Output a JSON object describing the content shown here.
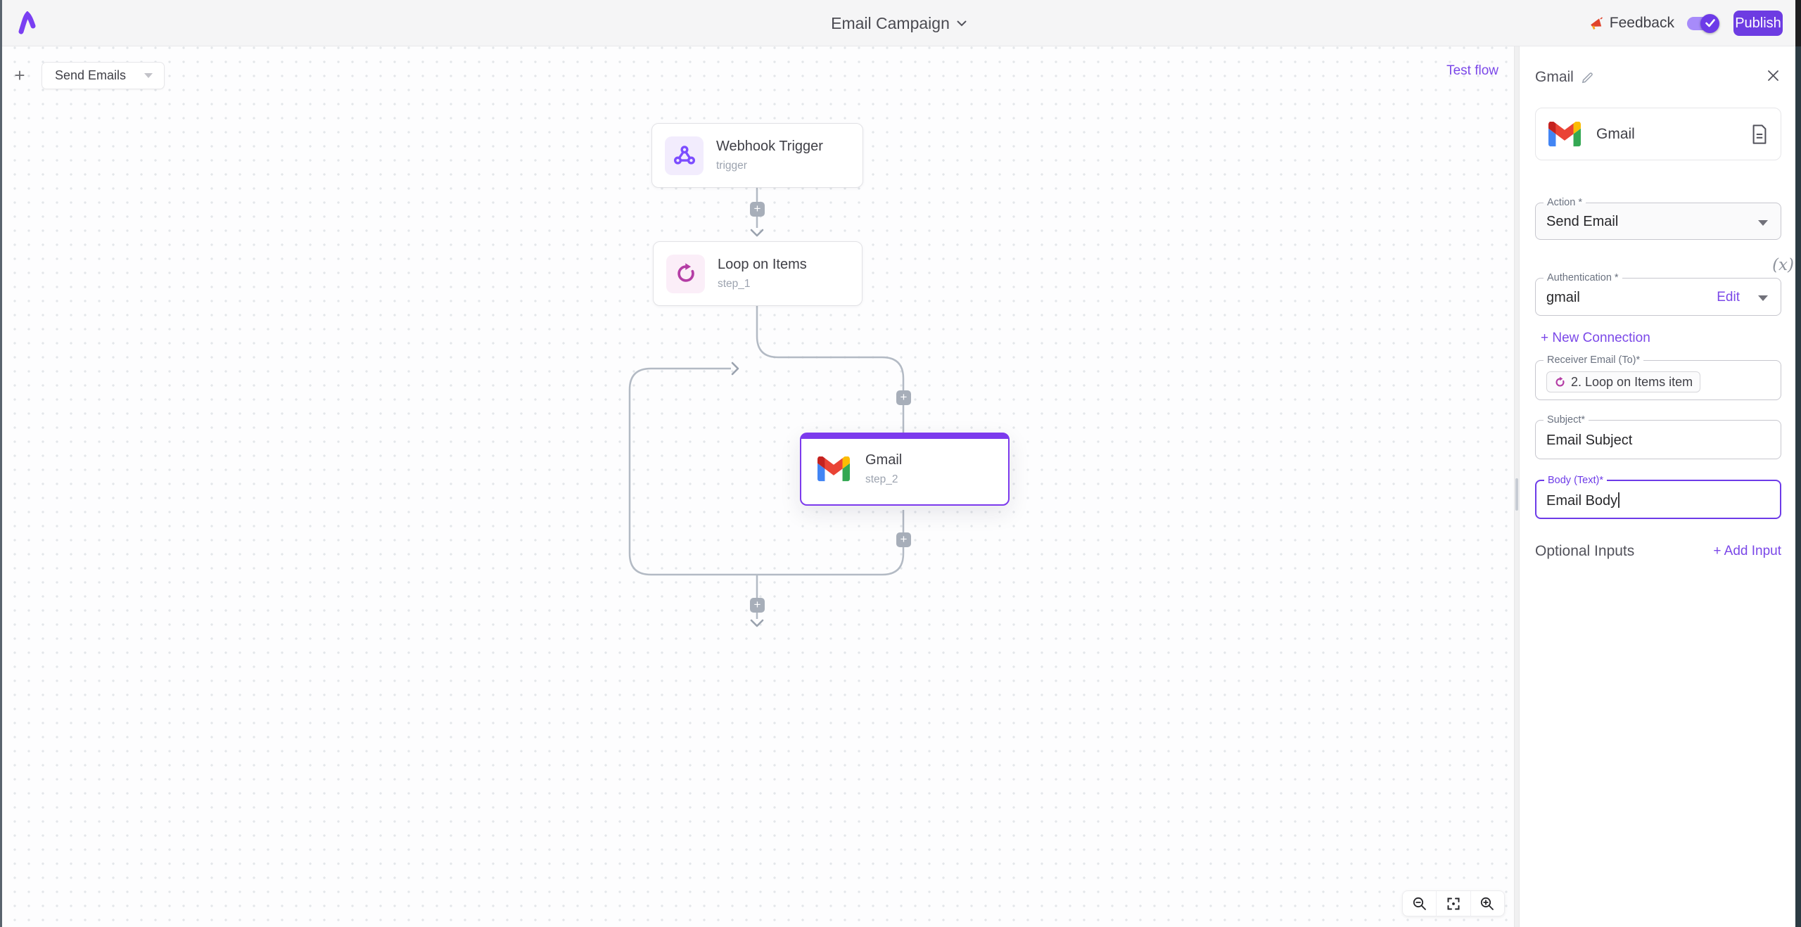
{
  "topbar": {
    "title": "Email Campaign",
    "feedback_label": "Feedback",
    "publish_label": "Publish"
  },
  "canvas": {
    "tab_label": "Send Emails",
    "test_flow_label": "Test flow",
    "nodes": [
      {
        "title": "Webhook Trigger",
        "subtitle": "trigger"
      },
      {
        "title": "Loop on Items",
        "subtitle": "step_1"
      },
      {
        "title": "Gmail",
        "subtitle": "step_2"
      }
    ],
    "plus_label": "+"
  },
  "panel": {
    "title": "Gmail",
    "piece_name": "Gmail",
    "action": {
      "label": "Action *",
      "value": "Send Email"
    },
    "auth": {
      "label": "Authentication *",
      "value": "gmail",
      "edit_label": "Edit"
    },
    "new_connection_label": "+ New Connection",
    "receiver": {
      "label": "Receiver Email (To)*",
      "chip_label": "2. Loop on Items item"
    },
    "subject": {
      "label": "Subject*",
      "value": "Email Subject"
    },
    "body": {
      "label": "Body (Text)*",
      "value": "Email Body"
    },
    "variable_button_label": "(x)",
    "optional_inputs_label": "Optional Inputs",
    "add_input_label": "+ Add Input"
  },
  "colors": {
    "accent_purple": "#6d3ce2",
    "link_purple": "#7b48e8",
    "selected_node_border": "#7c3aed",
    "edge_gray": "#b3bac4",
    "loop_pink": "#b43da5",
    "webhook_purple": "#7c4dff",
    "gmail_red": "#EA4335",
    "gmail_blue": "#4285F4",
    "gmail_green": "#34A853",
    "gmail_yellow": "#FBBC04"
  }
}
